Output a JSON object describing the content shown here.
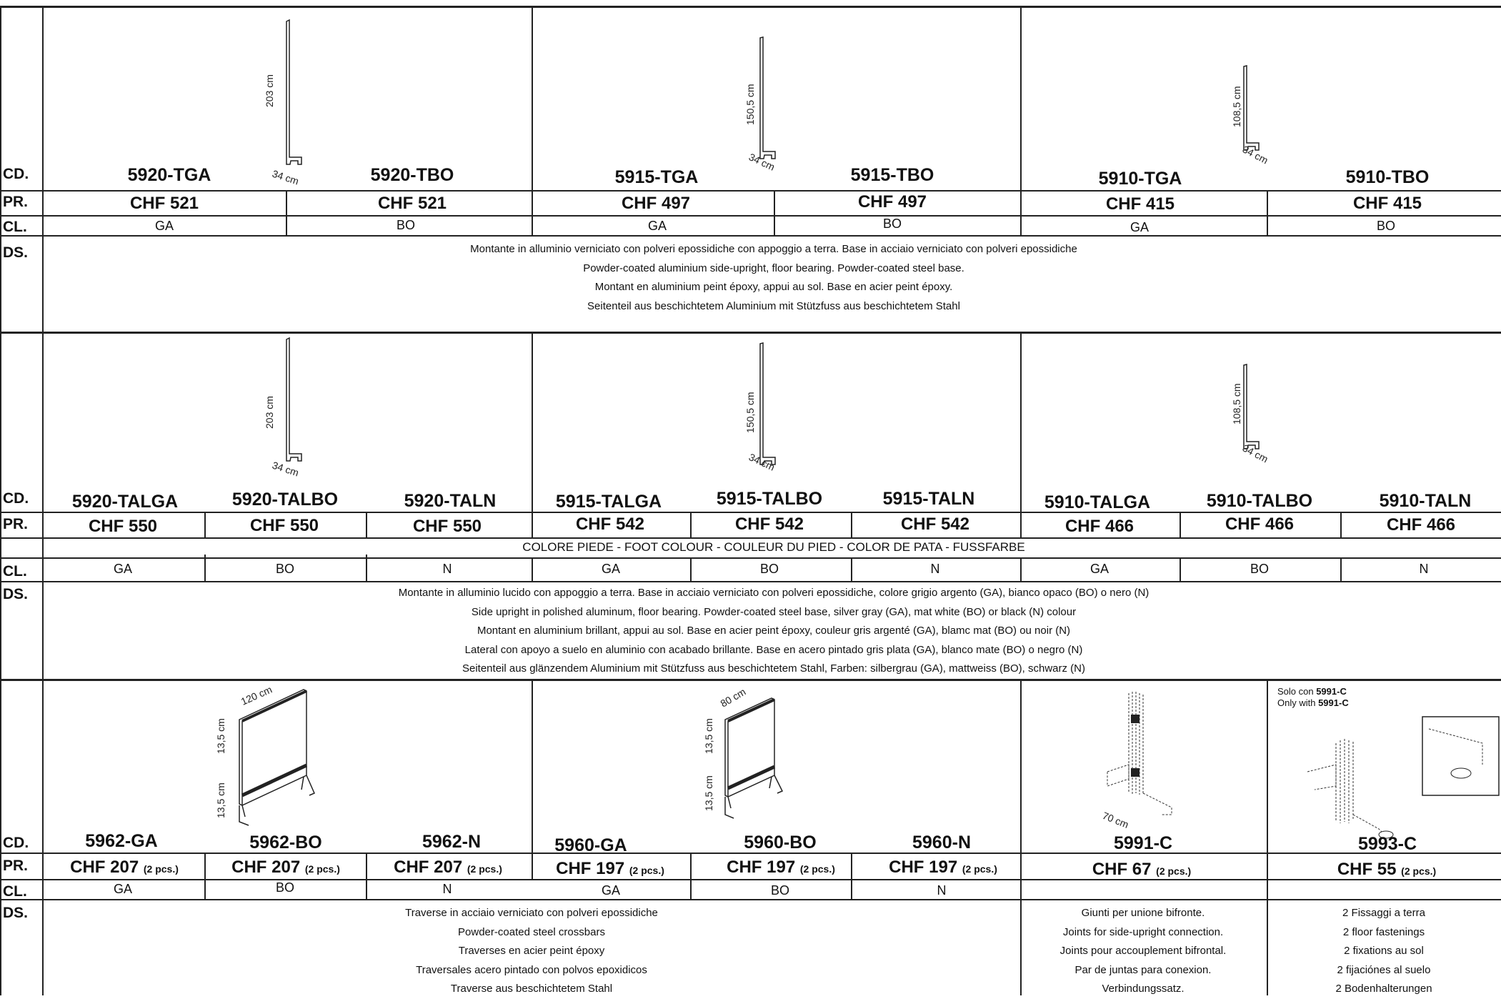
{
  "labels": {
    "cd": "CD.",
    "pr": "PR.",
    "cl": "CL.",
    "ds": "DS."
  },
  "section1": {
    "codes": [
      "5920-TGA",
      "5920-TBO",
      "5915-TGA",
      "5915-TBO",
      "5910-TGA",
      "5910-TBO"
    ],
    "prices": [
      "CHF 521",
      "CHF 521",
      "CHF 497",
      "CHF 497",
      "CHF 415",
      "CHF 415"
    ],
    "colors": [
      "GA",
      "BO",
      "GA",
      "BO",
      "GA",
      "BO"
    ],
    "dims": [
      {
        "h": "203 cm",
        "w": "34 cm"
      },
      {
        "h": "150,5 cm",
        "w": "34 cm"
      },
      {
        "h": "108,5 cm",
        "w": "34 cm"
      }
    ],
    "desc": [
      "Montante in alluminio verniciato con polveri epossidiche con appoggio a terra. Base in acciaio verniciato con polveri epossidiche",
      "Powder-coated aluminium side-upright, floor bearing. Powder-coated steel base.",
      "Montant en aluminium peint époxy, appui au sol. Base en acier peint époxy.",
      "Seitenteil aus beschichtetem Aluminium mit Stützfuss aus beschichtetem Stahl"
    ]
  },
  "section2": {
    "codes": [
      "5920-TALGA",
      "5920-TALBO",
      "5920-TALN",
      "5915-TALGA",
      "5915-TALBO",
      "5915-TALN",
      "5910-TALGA",
      "5910-TALBO",
      "5910-TALN"
    ],
    "prices": [
      "CHF 550",
      "CHF 550",
      "CHF 550",
      "CHF 542",
      "CHF 542",
      "CHF 542",
      "CHF 466",
      "CHF 466",
      "CHF 466"
    ],
    "band": "COLORE PIEDE - FOOT COLOUR - COULEUR DU PIED - COLOR DE PATA - FUSSFARBE",
    "colors": [
      "GA",
      "BO",
      "N",
      "GA",
      "BO",
      "N",
      "GA",
      "BO",
      "N"
    ],
    "dims": [
      {
        "h": "203 cm",
        "w": "34 cm"
      },
      {
        "h": "150,5 cm",
        "w": "34 cm"
      },
      {
        "h": "108,5 cm",
        "w": "34 cm"
      }
    ],
    "desc": [
      "Montante in alluminio lucido con appoggio a terra. Base in acciaio verniciato con polveri epossidiche, colore grigio argento (GA), bianco opaco (BO) o nero (N)",
      "Side upright in polished aluminum, floor bearing. Powder-coated steel base, silver gray (GA), mat white (BO) or black (N) colour",
      "Montant en aluminium brillant, appui au sol. Base en acier peint époxy, couleur gris argenté (GA), blamc mat (BO) ou noir (N)",
      "Lateral con apoyo a suelo en aluminio con acabado brillante. Base en acero pintado gris plata (GA), blanco mate (BO) o negro (N)",
      "Seitenteil aus glänzendem Aluminium mit Stützfuss aus beschichtetem Stahl, Farben: silbergrau (GA), mattweiss (BO), schwarz (N)"
    ]
  },
  "section3": {
    "codes": [
      "5962-GA",
      "5962-BO",
      "5962-N",
      "5960-GA",
      "5960-BO",
      "5960-N",
      "5991-C",
      "5993-C"
    ],
    "prices": [
      "CHF 207",
      "CHF 207",
      "CHF 207",
      "CHF 197",
      "CHF 197",
      "CHF 197",
      "CHF 67",
      "CHF 55"
    ],
    "qty": "(2 pcs.)",
    "colors": [
      "GA",
      "BO",
      "N",
      "GA",
      "BO",
      "N"
    ],
    "dims": {
      "w120": "120 cm",
      "w80": "80 cm",
      "h13a": "13,5 cm",
      "h13b": "13,5 cm",
      "w70": "70 cm"
    },
    "note": {
      "l1a": "Solo con ",
      "l1b": "5991-C",
      "l2a": "Only with ",
      "l2b": "5991-C"
    },
    "desc_crossbars": [
      "Traverse in acciaio verniciato con polveri epossidiche",
      "Powder-coated steel crossbars",
      "Traverses en acier peint époxy",
      "Traversales acero pintado con polvos epoxidicos",
      "Traverse aus beschichtetem Stahl"
    ],
    "desc_joints": [
      "Giunti per unione bifronte.",
      "Joints for side-upright connection.",
      "Joints pour accouplement bifrontal.",
      "Par de juntas para conexion.",
      "Verbindungssatz."
    ],
    "desc_fastenings": [
      "2 Fissaggi a terra",
      "2 floor fastenings",
      "2 fixations au sol",
      "2 fijaciónes al suelo",
      "2 Bodenhalterungen"
    ]
  }
}
